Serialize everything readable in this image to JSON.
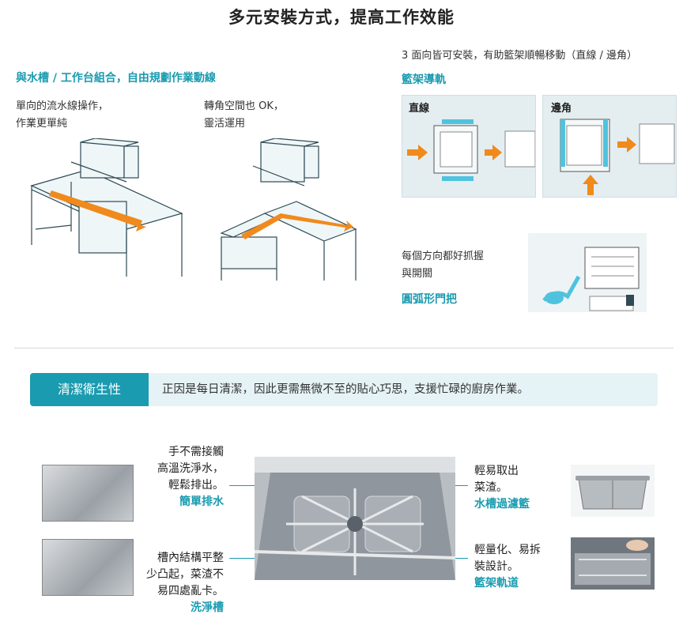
{
  "title": "多元安裝方式，提高工作效能",
  "left": {
    "heading": "與水槽 / 工作台組合，自由規劃作業動線",
    "col1": {
      "line1": "單向的流水線操作，",
      "line2": "作業更單純"
    },
    "col2": {
      "line1": "轉角空間也 OK，",
      "line2": "靈活運用"
    }
  },
  "right": {
    "intro": "3 面向皆可安裝，有助籃架順暢移動（直線 / 邊角）",
    "rail_heading": "籃架導軌",
    "panel_straight": "直線",
    "panel_corner": "邊角",
    "grip_line1": "每個方向都好抓握",
    "grip_line2": "與開關",
    "handle_heading": "圓弧形門把"
  },
  "banner": {
    "tag": "清潔衛生性",
    "text": "正因是每日清潔，因此更需無微不至的貼心巧思，支援忙碌的廚房作業。"
  },
  "features": {
    "drain": {
      "l1": "手不需接觸",
      "l2": "高溫洗淨水，",
      "l3": "輕鬆排出。",
      "name": "簡單排水"
    },
    "tank": {
      "l1": "槽內結構平整",
      "l2": "少凸起，菜渣不",
      "l3": "易四處亂卡。",
      "name": "洗淨槽"
    },
    "filter": {
      "l1": "輕易取出",
      "l2": "菜渣。",
      "name": "水槽過濾籃"
    },
    "rail": {
      "l1": "輕量化、易拆",
      "l2": "裝設計。",
      "name": "籃架軌道"
    }
  },
  "colors": {
    "accent": "#1a9bb0",
    "arrow": "#f08a1c",
    "banner_bg": "#e6f3f6"
  }
}
